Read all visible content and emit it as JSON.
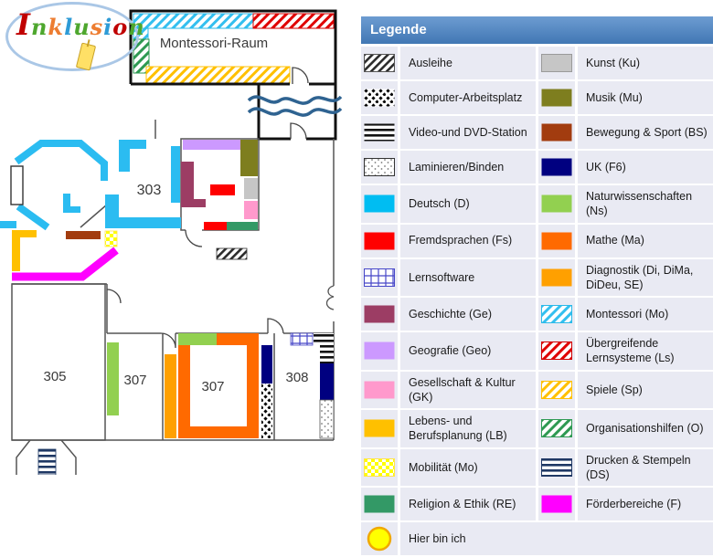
{
  "logo": {
    "letters": [
      {
        "ch": "I",
        "color": "#c00000"
      },
      {
        "ch": "n",
        "color": "#4ea72e"
      },
      {
        "ch": "k",
        "color": "#ed7d31"
      },
      {
        "ch": "l",
        "color": "#2e9bd6"
      },
      {
        "ch": "u",
        "color": "#4ea72e"
      },
      {
        "ch": "s",
        "color": "#ed7d31"
      },
      {
        "ch": "i",
        "color": "#2e9bd6"
      },
      {
        "ch": "o",
        "color": "#c00000"
      },
      {
        "ch": "n",
        "color": "#4ea72e"
      }
    ]
  },
  "legend": {
    "title": "Legende",
    "swatches": {
      "ausleihe": {
        "fill": "url(#p-diag-gray)",
        "border": "#555555"
      },
      "computer": {
        "fill": "url(#p-dots-black)",
        "border": "none"
      },
      "video": {
        "fill": "url(#p-hlines-black)",
        "border": "none"
      },
      "laminieren": {
        "fill": "url(#p-dots-sparse)",
        "border": "#333333"
      },
      "deutsch": {
        "fill": "#00bdf2",
        "border": "none"
      },
      "fremdsprachen": {
        "fill": "#ff0000",
        "border": "none"
      },
      "lernsoftware": {
        "fill": "url(#p-grid-blue)",
        "border": "#4646c8"
      },
      "geschichte": {
        "fill": "#9c3d64",
        "border": "none"
      },
      "geografie": {
        "fill": "#cc99ff",
        "border": "none"
      },
      "gesellschaft": {
        "fill": "#ff99cc",
        "border": "none"
      },
      "lebens": {
        "fill": "#ffc000",
        "border": "none"
      },
      "mobilitaet": {
        "fill": "url(#p-check-yellow)",
        "border": "#ffe34d"
      },
      "religion": {
        "fill": "#339966",
        "border": "none"
      },
      "hier": {
        "fill": "#ffff00",
        "border": "#f0a800",
        "circle": true
      },
      "kunst": {
        "fill": "#c6c6c6",
        "border": "#9a9a9a"
      },
      "musik": {
        "fill": "#7e7e1f",
        "border": "none"
      },
      "bewegung": {
        "fill": "#a23c0f",
        "border": "none"
      },
      "uk": {
        "fill": "#000080",
        "border": "none"
      },
      "naturwissen": {
        "fill": "#92d050",
        "border": "none"
      },
      "mathe": {
        "fill": "#ff6a00",
        "border": "none"
      },
      "diagnostik": {
        "fill": "#ffa000",
        "border": "none"
      },
      "montessori": {
        "fill": "url(#p-diag-cyan)",
        "border": "#29b9e8"
      },
      "uebergreifende": {
        "fill": "url(#p-diag-red)",
        "border": "#d00000"
      },
      "spiele": {
        "fill": "url(#p-diag-gold)",
        "border": "#ffc000"
      },
      "organisation": {
        "fill": "url(#p-diag-green)",
        "border": "#2e9952"
      },
      "drucken": {
        "fill": "url(#p-navy-lines)",
        "border": "#1f3864"
      },
      "foerder": {
        "fill": "#ff00ff",
        "border": "none"
      }
    },
    "rows": [
      {
        "left": {
          "swatch": "ausleihe",
          "label": "Ausleihe"
        },
        "right": {
          "swatch": "kunst",
          "label": "Kunst (Ku)"
        }
      },
      {
        "left": {
          "swatch": "computer",
          "label": "Computer-Arbeitsplatz"
        },
        "right": {
          "swatch": "musik",
          "label": "Musik (Mu)"
        }
      },
      {
        "left": {
          "swatch": "video",
          "label": "Video-und DVD-Station"
        },
        "right": {
          "swatch": "bewegung",
          "label": "Bewegung & Sport (BS)"
        }
      },
      {
        "left": {
          "swatch": "laminieren",
          "label": "Laminieren/Binden"
        },
        "right": {
          "swatch": "uk",
          "label": "UK (F6)"
        }
      },
      {
        "left": {
          "swatch": "deutsch",
          "label": "Deutsch (D)"
        },
        "right": {
          "swatch": "naturwissen",
          "label": "Naturwissenschaften (Ns)"
        }
      },
      {
        "left": {
          "swatch": "fremdsprachen",
          "label": "Fremdsprachen (Fs)"
        },
        "right": {
          "swatch": "mathe",
          "label": "Mathe (Ma)"
        }
      },
      {
        "left": {
          "swatch": "lernsoftware",
          "label": "Lernsoftware"
        },
        "right": {
          "swatch": "diagnostik",
          "label": "Diagnostik (Di, DiMa, DiDeu, SE)"
        }
      },
      {
        "left": {
          "swatch": "geschichte",
          "label": "Geschichte (Ge)"
        },
        "right": {
          "swatch": "montessori",
          "label": "Montessori (Mo)"
        }
      },
      {
        "left": {
          "swatch": "geografie",
          "label": "Geografie (Geo)"
        },
        "right": {
          "swatch": "uebergreifende",
          "label": "Übergreifende Lernsysteme (Ls)"
        }
      },
      {
        "left": {
          "swatch": "gesellschaft",
          "label": "Gesellschaft & Kultur (GK)"
        },
        "right": {
          "swatch": "spiele",
          "label": "Spiele (Sp)"
        }
      },
      {
        "left": {
          "swatch": "lebens",
          "label": "Lebens- und Berufsplanung (LB)"
        },
        "right": {
          "swatch": "organisation",
          "label": "Organisationshilfen (O)"
        }
      },
      {
        "left": {
          "swatch": "mobilitaet",
          "label": "Mobilität (Mo)"
        },
        "right": {
          "swatch": "drucken",
          "label": "Drucken & Stempeln (DS)"
        }
      },
      {
        "left": {
          "swatch": "religion",
          "label": "Religion & Ethik (RE)"
        },
        "right": {
          "swatch": "foerder",
          "label": "Förderbereiche  (F)"
        }
      },
      {
        "left": {
          "swatch": "hier",
          "label": "Hier bin ich"
        },
        "right": null
      }
    ]
  },
  "map": {
    "rooms": {
      "montessori": "Montessori-Raum",
      "r303": "303",
      "r305": "305",
      "r307a": "307",
      "r307b": "307",
      "r308": "308"
    }
  }
}
